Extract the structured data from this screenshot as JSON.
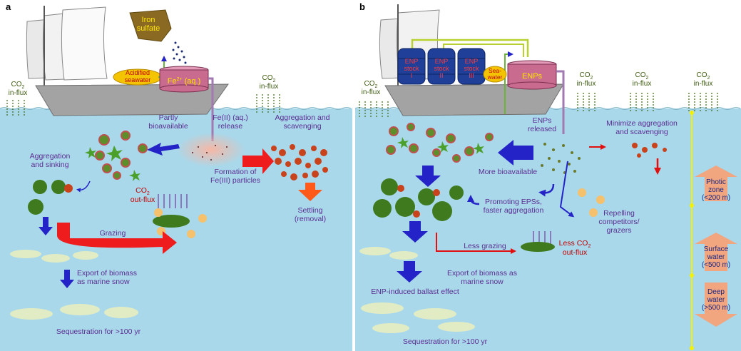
{
  "panels": {
    "a": {
      "letter": "a",
      "iron_sulfate": [
        "Iron",
        "sulfate"
      ],
      "acidified": [
        "Acidified",
        "seawater"
      ],
      "fe_tank": {
        "main": "Fe",
        "sup": "2+",
        "tail": " (aq.)"
      },
      "co2_influx_left": {
        "main": "CO",
        "sub": "2",
        "line2": "in-flux"
      },
      "co2_influx_right": {
        "main": "CO",
        "sub": "2",
        "line2": "in-flux"
      },
      "partly_bioavailable": [
        "Partly",
        "bioavailable"
      ],
      "fe_release": [
        "Fe(II) (aq.)",
        "release"
      ],
      "aggregation_scavenging": [
        "Aggregation and",
        "scavenging"
      ],
      "aggregation_sinking": [
        "Aggregation",
        "and sinking"
      ],
      "formation": [
        "Formation of",
        "Fe(III) particles"
      ],
      "co2_outflux": {
        "main": "CO",
        "sub": "2",
        "line2": "out-flux"
      },
      "settling": [
        "Settling",
        "(removal)"
      ],
      "grazing": "Grazing",
      "export": [
        "Export of biomass",
        "as marine snow"
      ],
      "sequestration": "Sequestration for >100 yr"
    },
    "b": {
      "letter": "b",
      "enp_stock_1": [
        "ENP",
        "stock",
        "I"
      ],
      "enp_stock_2": [
        "ENP",
        "stock",
        "II"
      ],
      "enp_stock_3": [
        "ENP",
        "stock",
        "III"
      ],
      "seawater": [
        "Sea-",
        "water"
      ],
      "enps_tank": "ENPs",
      "co2_influx_1": {
        "main": "CO",
        "sub": "2",
        "line2": "in-flux"
      },
      "co2_influx_2": {
        "main": "CO",
        "sub": "2",
        "line2": "in-flux"
      },
      "co2_influx_3": {
        "main": "CO",
        "sub": "2",
        "line2": "in-flux"
      },
      "co2_influx_4": {
        "main": "CO",
        "sub": "2",
        "line2": "in-flux"
      },
      "enps_released": [
        "ENPs",
        "released"
      ],
      "minimize": [
        "Minimize aggregation",
        "and scavenging"
      ],
      "more_bioavailable": "More bioavailable",
      "promoting": [
        "Promoting EPSs,",
        "faster aggregation"
      ],
      "repelling": [
        "Repelling",
        "competitors/",
        "grazers"
      ],
      "less_grazing": "Less grazing",
      "less_co2": {
        "line1": "Less CO",
        "sub": "2",
        "line2": "out-flux"
      },
      "export": [
        "Export of biomass as",
        "marine snow"
      ],
      "ballast": "ENP-induced ballast effect",
      "sequestration": "Sequestration for >100 yr",
      "zones": {
        "photic": [
          "Photic",
          "zone",
          "(<200 m)"
        ],
        "surface": [
          "Surface",
          "water",
          "(<500 m)"
        ],
        "deep": [
          "Deep",
          "water",
          "(>500 m)"
        ]
      }
    }
  },
  "colors": {
    "sea": "#a9d8ea",
    "hull": "#a3a3a3",
    "tank": "#c96b8f",
    "label_purple": "#5a2d91",
    "label_olive": "#3d5a10",
    "red_arrow": "#ee1c1c",
    "blue_arrow": "#2323c7",
    "orange_arrow": "#f4a37a",
    "zone_line": "#f5f000"
  }
}
